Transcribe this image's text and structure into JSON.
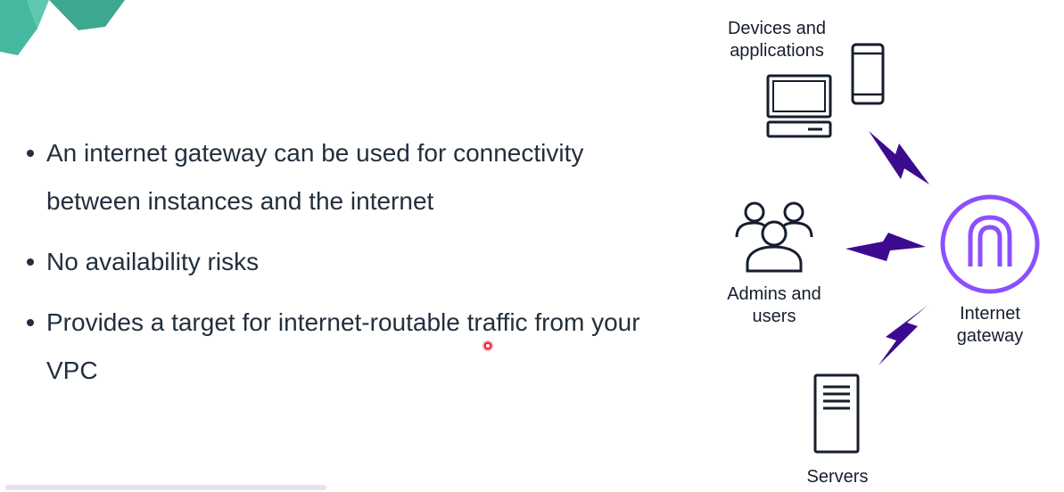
{
  "slide": {
    "bullets": [
      {
        "text": "An internet gateway can be used for connectivity between instances and the internet"
      },
      {
        "text": "No availability risks"
      },
      {
        "text": "Provides a target for internet-routable traffic from your VPC"
      }
    ]
  },
  "diagram": {
    "devices_label": "Devices and applications",
    "admins_label": "Admins and users",
    "servers_label": "Servers",
    "gateway_label": "Internet gateway",
    "icons": [
      "laptop-icon",
      "phone-icon",
      "users-icon",
      "server-icon",
      "internet-gateway-icon",
      "lightning-bolt-icon"
    ]
  },
  "colors": {
    "text": "#232f3e",
    "accent_purple": "#8c4fff",
    "bolt_purple": "#3b0a8f",
    "decor_teal": "#3fb59e"
  }
}
